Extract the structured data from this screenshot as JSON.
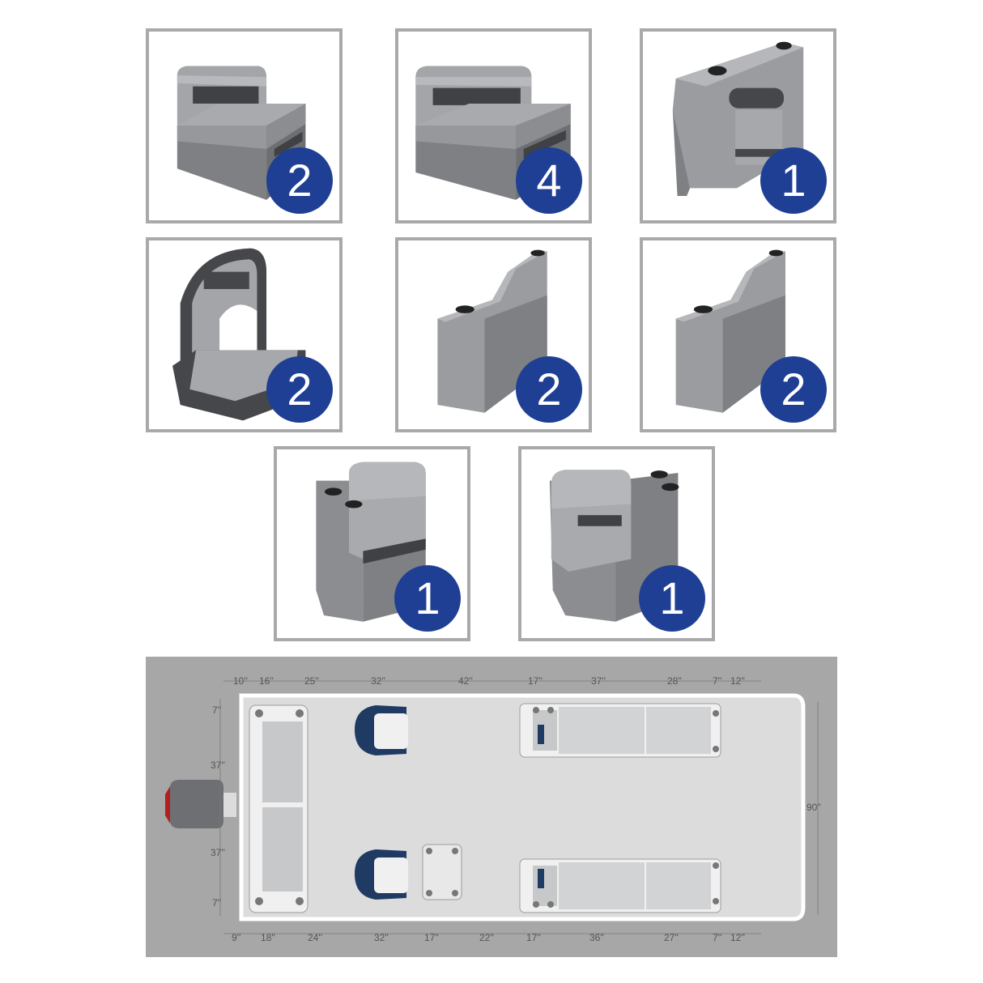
{
  "colors": {
    "badge": "#1f3f94",
    "tile_border": "#a9a9ab",
    "seat_light": "#9a9c9f",
    "seat_dark": "#45474b",
    "layout_bg": "#a7a7a7",
    "deck": "#dcdcdc"
  },
  "products": [
    {
      "name": "back-to-back-lounge-seat",
      "qty": "2",
      "icon": "bench-seat-icon"
    },
    {
      "name": "wide-lounge-seat",
      "qty": "4",
      "icon": "wide-bench-icon"
    },
    {
      "name": "console-armrest",
      "qty": "1",
      "icon": "console-icon"
    },
    {
      "name": "captain-bucket-seat",
      "qty": "2",
      "icon": "captain-chair-icon"
    },
    {
      "name": "left-armrest-cupholder",
      "qty": "2",
      "icon": "armrest-icon"
    },
    {
      "name": "right-armrest-cupholder",
      "qty": "2",
      "icon": "armrest-icon"
    },
    {
      "name": "left-corner-lounge",
      "qty": "1",
      "icon": "corner-lounge-icon"
    },
    {
      "name": "right-corner-lounge",
      "qty": "1",
      "icon": "corner-lounge-icon"
    }
  ],
  "layout": {
    "top_dims": [
      "10''",
      "16''",
      "25''",
      "32''",
      "42''",
      "17''",
      "37''",
      "28''",
      "7''",
      "12''"
    ],
    "bottom_dims": [
      "9''",
      "18''",
      "24''",
      "32''",
      "17''",
      "22''",
      "17''",
      "36''",
      "27''",
      "7''",
      "12''"
    ],
    "left_dims": [
      "7''",
      "37''",
      "37''",
      "7''"
    ],
    "right_dim": "90''"
  }
}
